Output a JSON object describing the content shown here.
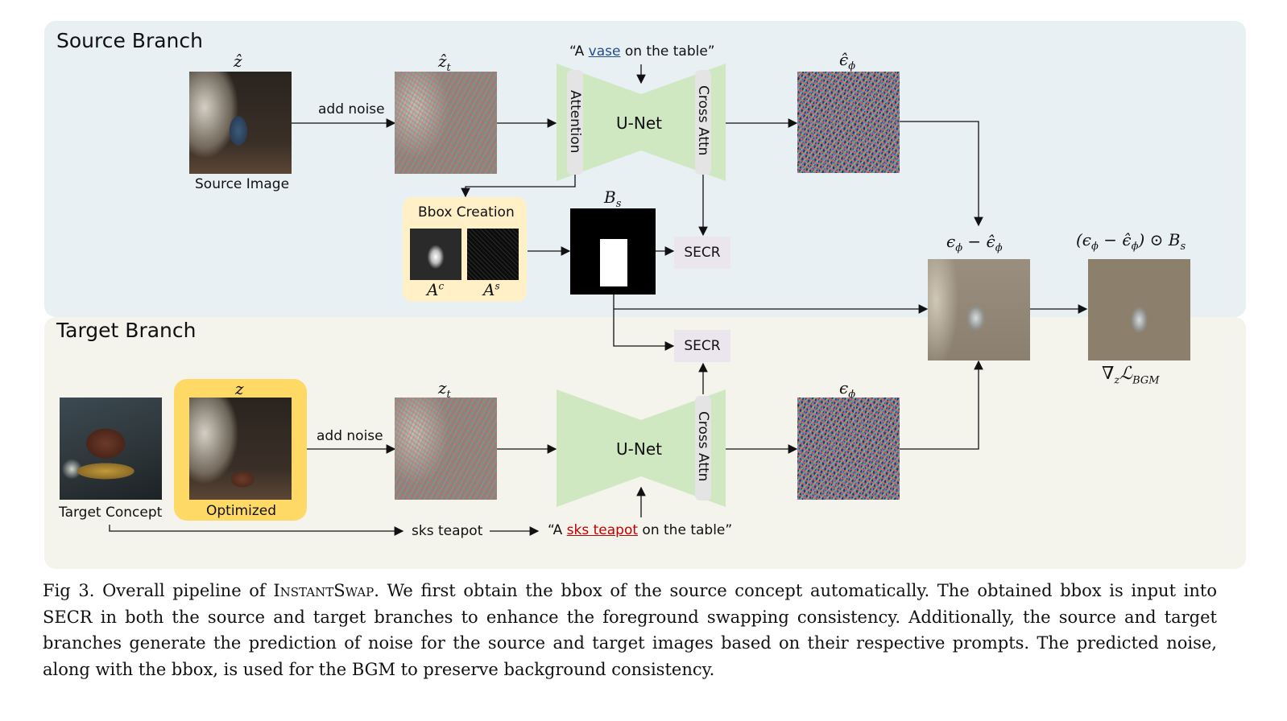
{
  "source_branch": {
    "title": "Source Branch",
    "z_hat": "ẑ",
    "source_image_label": "Source Image",
    "add_noise": "add noise",
    "z_hat_t": "ẑ",
    "z_hat_t_sub": "t",
    "prompt_prefix": "“A ",
    "prompt_word": "vase",
    "prompt_suffix": " on the table”",
    "attention": "Attention",
    "unet": "U-Net",
    "cross_attn": "Cross Attn",
    "eps_hat": "ϵ̂",
    "eps_sub": "ϕ",
    "bbox_creation": "Bbox Creation",
    "a_c": "A",
    "a_c_sup": "c",
    "a_s": "A",
    "a_s_sup": "s",
    "b_s": "B",
    "b_s_sub": "s",
    "secr": "SECR"
  },
  "target_branch": {
    "title": "Target Branch",
    "z": "z",
    "z_t": "z",
    "z_t_sub": "t",
    "add_noise": "add noise",
    "target_concept_label": "Target Concept",
    "optimized_label": "Optimized",
    "sks_teapot": "sks teapot",
    "prompt_prefix": "“A ",
    "prompt_word": "sks teapot",
    "prompt_suffix": " on the table”",
    "unet": "U-Net",
    "cross_attn": "Cross Attn",
    "eps": "ϵ",
    "eps_sub": "ϕ",
    "secr": "SECR"
  },
  "merge": {
    "diff_label": "ϵ",
    "diff_sub1": "ϕ",
    "diff_mid": " − ϵ̂",
    "diff_sub2": "ϕ",
    "masked_label": "(ϵ",
    "masked_sub1": "ϕ",
    "masked_mid": " − ϵ̂",
    "masked_sub2": "ϕ",
    "masked_tail": ") ⊙ B",
    "masked_sub3": "s",
    "grad_label": "∇",
    "grad_sub": "z",
    "grad_tail": "ℒ",
    "grad_sub2": "BGM"
  },
  "caption": {
    "lead": "Fig 3. Overall pipeline of ",
    "name": "InstantSwap",
    "body": ". We first obtain the bbox of the source concept automatically. The obtained bbox is input into SECR in both the source and target branches to enhance the foreground swapping consistency. Additionally, the source and target branches generate the prediction of noise for the source and target images based on their respective prompts. The predicted noise, along with the bbox, is used for the BGM to preserve background consistency."
  },
  "colors": {
    "source_bg": "#e9f0f4",
    "target_bg": "#f4f3ec",
    "unet_green": "#cfe8c2",
    "bbox_panel": "#fff0c8",
    "optimized_frame": "#ffd966",
    "secr_box": "#ebe6ee"
  }
}
